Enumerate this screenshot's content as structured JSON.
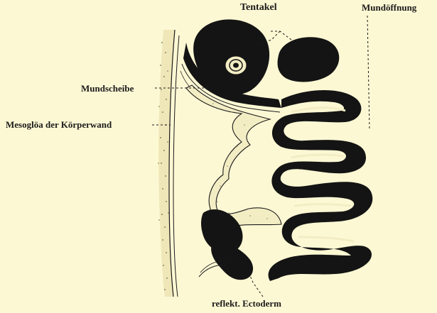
{
  "figure": {
    "labels": {
      "tentakel": "Tentakel",
      "mundoeffnung": "Mundöffnung",
      "mundscheibe": "Mundscheibe",
      "mesogloea": "Mesoglöa der Körperwand",
      "reflekt_ectoderm": "reflekt. Ectoderm"
    },
    "colors": {
      "background": "#fdf8d4",
      "tissue_dark": "#141414",
      "mesoglea_fill": "#f3edc4",
      "line": "#1b1b1b"
    }
  }
}
